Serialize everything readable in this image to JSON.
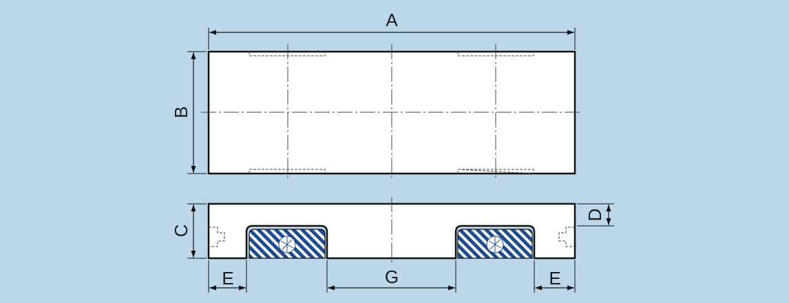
{
  "dimensions": {
    "A": "A",
    "B": "B",
    "C": "C",
    "D": "D",
    "E_left": "E",
    "E_right": "E",
    "G": "G"
  },
  "colors": {
    "background": "#bcd7ea",
    "body_fill": "#ffffff",
    "outline": "#111111",
    "hatch_blue": "#1f4c8f"
  }
}
